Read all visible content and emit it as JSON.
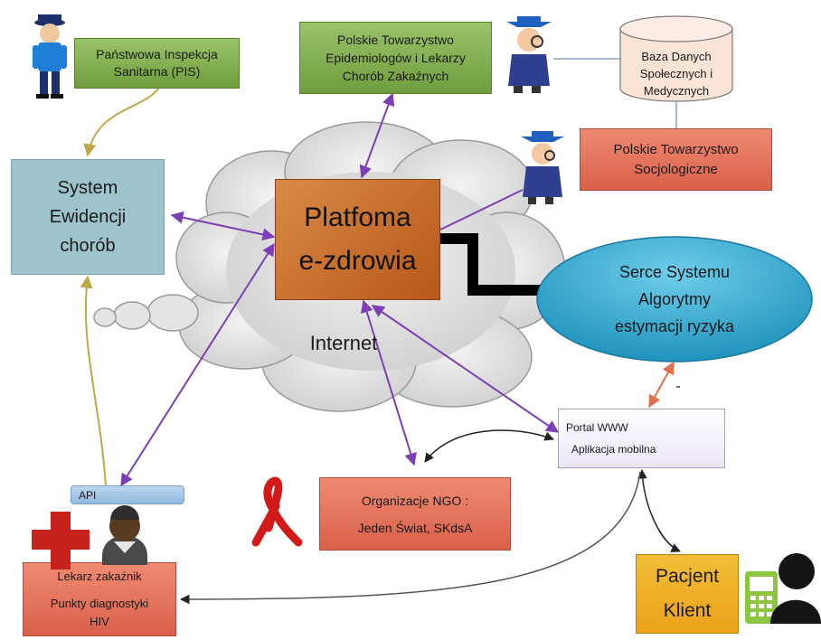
{
  "nodes": {
    "pis": {
      "lines": [
        "Państwowa Inspekcja",
        "Sanitarna (PIS)"
      ]
    },
    "ptel": {
      "lines": [
        "Polskie Towarzystwo",
        "Epidemiologów i Lekarzy",
        "Chorób Zakaźnych"
      ]
    },
    "db": {
      "lines": [
        "Baza Danych",
        "Społecznych i",
        "Medycznych"
      ]
    },
    "pts": {
      "lines": [
        "Polskie Towarzystwo",
        "Socjologiczne"
      ]
    },
    "system": {
      "lines": [
        "System",
        "Ewidencji",
        "chorób"
      ]
    },
    "platform": {
      "lines": [
        "Platfoma",
        "e-zdrowia"
      ]
    },
    "internet": {
      "label": "Internet"
    },
    "core": {
      "lines": [
        "Serce Systemu",
        "Algorytmy",
        "estymacji ryzyka"
      ]
    },
    "portal": {
      "lines": [
        "Portal WWW",
        "Aplikacja mobilna"
      ]
    },
    "ngo": {
      "lines": [
        "Organizacje NGO :",
        "Jeden Świat, SKdsA"
      ]
    },
    "api": {
      "label": "API"
    },
    "doctor": {
      "lines": [
        "Lekarz zakaźnik",
        "Punkty diagnostyki",
        "HIV"
      ]
    },
    "patient": {
      "lines": [
        "Pacjent",
        "Klient"
      ]
    },
    "dash": {
      "label": "-"
    }
  },
  "icons": [
    "police-officer-icon",
    "professor-icon",
    "database-cylinder-icon",
    "red-ribbon-icon",
    "red-cross-icon",
    "doctor-avatar-icon",
    "mobile-phone-icon",
    "person-silhouette-icon"
  ],
  "colors": {
    "arrow": "#7d3fb5",
    "pis_link": "#c0a848",
    "core_link": "#e0714f",
    "thick_link": "#000000"
  }
}
